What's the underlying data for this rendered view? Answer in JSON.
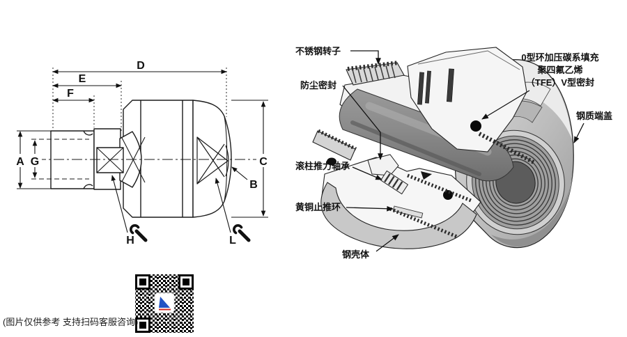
{
  "caption": "(图片仅供参考 支持扫码客服咨询)",
  "drawing": {
    "dims": {
      "A": "A",
      "B": "B",
      "C": "C",
      "D": "D",
      "E": "E",
      "F": "F",
      "G": "G",
      "H": "H",
      "L": "L"
    }
  },
  "cutaway": {
    "labels": {
      "rotor": "不锈钢转子",
      "dust_seal": "防尘密封",
      "bearing": "滚柱推力轴承",
      "brass_ring": "黄铜止推环",
      "shell": "钢壳体",
      "oring_l1": "0型环加压碳系填充",
      "oring_l2": "聚四氟乙烯",
      "oring_l3": "（TFE）V型密封",
      "end_cap": "钢质端盖"
    }
  },
  "colors": {
    "line": "#1a1a1a",
    "logo_blue": "#2253c3",
    "logo_red": "#cf2b24"
  }
}
